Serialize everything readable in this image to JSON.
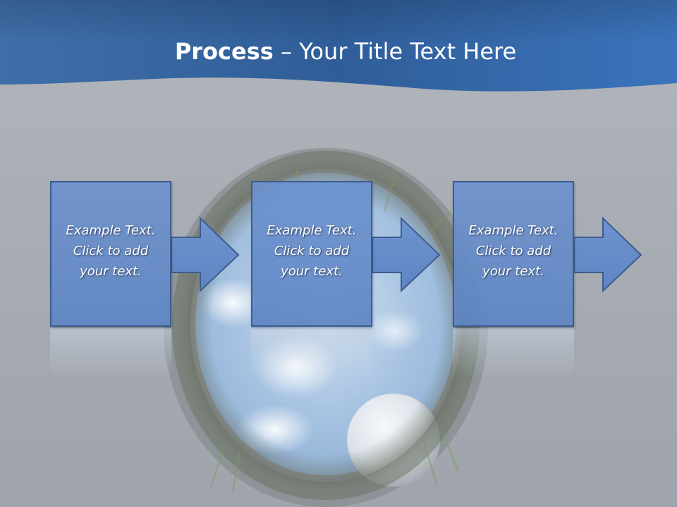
{
  "slide": {
    "title_bold": "Process",
    "title_rest": " – Your Title Text Here",
    "steps": [
      {
        "text": "Example Text.\nClick  to add\nyour text."
      },
      {
        "text": "Example Text.\nClick  to add\nyour text."
      },
      {
        "text": "Example Text.\nClick  to add\nyour text."
      }
    ]
  },
  "colors": {
    "header_blue": "#3a6fb5",
    "box_fill": "#6d92ce",
    "box_border": "#3c5d8e",
    "background": "#a9adb4"
  }
}
